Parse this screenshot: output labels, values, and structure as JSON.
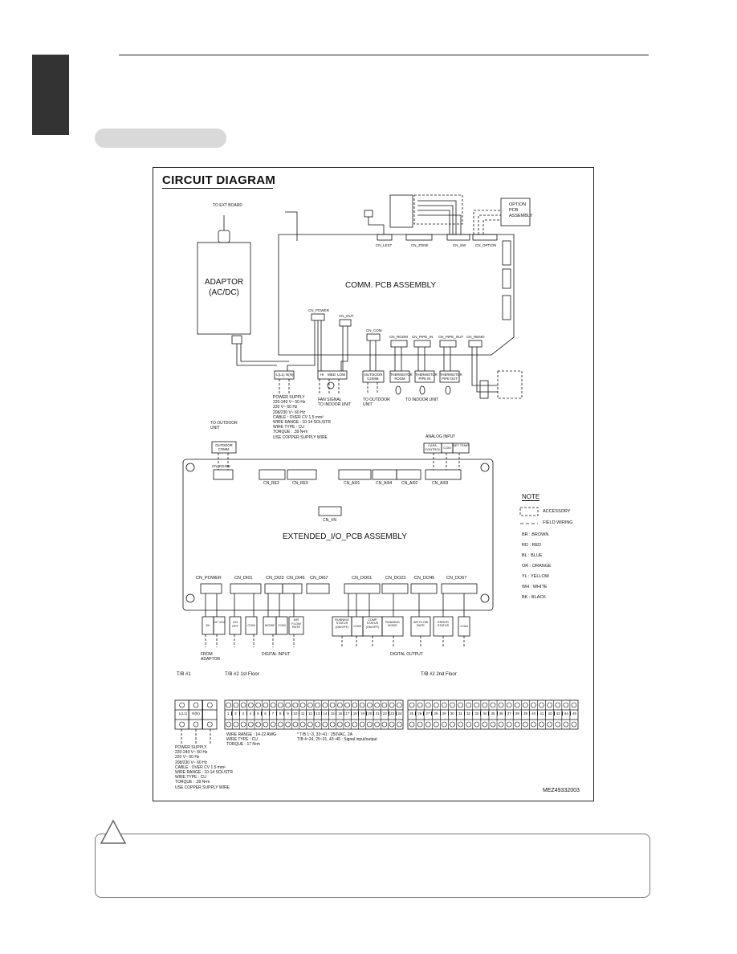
{
  "diagram": {
    "title": "CIRCUIT DIAGRAM",
    "to_ext_board": "TO EXT BOARD",
    "adaptor": "ADAPTOR",
    "adaptor_sub": "(AC/DC)",
    "comm_pcb": "COMM. PCB ASSEMBLY",
    "option_pcb": [
      "OPTION",
      "PCB",
      "ASSEMBLY"
    ],
    "connectors_top": [
      "CN_LEXT",
      "CN_ZONE",
      "CN_SW",
      "CN_OPTION"
    ],
    "connectors_mid": [
      "CN_POWER",
      "CN_OUT",
      "CN_COM",
      "CN_ROOM",
      "CN_PIPE_IN",
      "CN_PIPE_OUT",
      "CN_REMO"
    ],
    "terminal_tb1": [
      "L(L1)",
      "N(N)"
    ],
    "terminal_fan": [
      "HI",
      "MED",
      "LOW"
    ],
    "outdoor_comm": "OUTDOOR COMM.",
    "thermistors": [
      "THERMISTOR ROOM",
      "THERMISTOR PIPE IN",
      "THERMISTOR PIPE OUT"
    ],
    "power_supply_notes": [
      "POWER SUPPLY",
      "220-240 V~ 50 Hz",
      "220 V~ 60 Hz",
      "208/230 V~ 60 Hz",
      "CABLE : OVER CV 1.5 mm²",
      "WIRE RANGE : 10-14 SOL/STR",
      "WIRE TYPE : CU",
      "TORQUE : .39 N•m",
      "USE COPPER SUPPLY WIRE"
    ],
    "fan_signal": [
      "FAN SIGNAL",
      "TO INDOOR UNIT"
    ],
    "to_outdoor_unit": [
      "TO OUTDOOR",
      "UNIT"
    ],
    "to_indoor_unit": "TO INDOOR UNIT",
    "to_outdoor_unit2": [
      "TO OUTDOOR",
      "UNIT"
    ],
    "analog_input": "ANALOG INPUT",
    "analog_boxes": [
      "CAPA. CONTROL",
      "COM",
      "SET TEMP"
    ],
    "ext_connectors_top": [
      "CN_RS485",
      "CN_RE2",
      "CN_RE0",
      "CN_AI01",
      "CN_AI04",
      "CN_AI02",
      "CN_AI03"
    ],
    "cn_vn": "CN_VN",
    "ext_pcb": "EXTENDED_I/O_PCB ASSEMBLY",
    "ext_connectors_bottom": [
      "CN_POWER",
      "CN_DI01",
      "CN_DI23",
      "CN_DI45",
      "CN_DI67",
      "CN_DO01",
      "CN_DO23",
      "CN_DO45",
      "CN_DO67"
    ],
    "di_boxes": [
      "5V",
      "DC 12V",
      "ON OFF",
      "COM",
      "MODE",
      "COM",
      "AIR FLOW RATE"
    ],
    "do_boxes": [
      "RUNNING STATUS (ON/OFF)",
      "COM",
      "COMP. STATUS (ON/OFF)",
      "RUNNING MODE",
      "AIR FLOW RATE",
      "ERROR STATUS",
      "COM"
    ],
    "from_adaptor": [
      "FROM",
      "ADAPTOR"
    ],
    "digital_input": "DIGITAL INPUT",
    "digital_output": "DIGITAL OUTPUT",
    "note_title": "NOTE",
    "note_items": [
      "ACCESSORY",
      "FIELD WIRING",
      "BR : BROWN",
      "RD : RED",
      "BL : BLUE",
      "OR : ORANGE",
      "YL : YELLOW",
      "WH : WHITE",
      "BK : BLACK"
    ],
    "tb1_title": "T/B #1",
    "tb1_labels": [
      "L(L1)",
      "N(N)"
    ],
    "tb2_1f_title": "T/B #2 1st Floor",
    "tb2_2f_title": "T/B #2 2nd Floor",
    "tb2_1f_numbers": [
      "1",
      "2",
      "3",
      "4",
      "5",
      "6",
      "7",
      "8",
      "9",
      "10",
      "11",
      "12",
      "13",
      "14",
      "15",
      "16",
      "17",
      "18",
      "19",
      "20",
      "21",
      "22",
      "23",
      "24"
    ],
    "tb2_2f_numbers": [
      "25",
      "26",
      "27",
      "28",
      "29",
      "30",
      "31",
      "32",
      "33",
      "34",
      "35",
      "36",
      "37",
      "38",
      "39",
      "40",
      "41",
      "42",
      "43",
      "44",
      "45"
    ],
    "tb_wire_notes": [
      "WIRE RANGE : 14-22 AWG",
      "WIRE TYPE : CU",
      "TORQUE : 17 N•m"
    ],
    "tb_signal_notes": [
      "* T/B 1~3, 33~41 : 250VAC, 2A",
      "T/B 4~24, 25~31, 43~45 : Signal input/output"
    ],
    "tb1_power_notes": [
      "POWER SUPPLY",
      "220-240 V~ 50 Hz",
      "220 V~ 60 Hz",
      "208/230 V~ 60 Hz",
      "CABLE : OVER CV 1.5 mm²",
      "WIRE RANGE : 10-14 SOL/STR",
      "WIRE TYPE : CU",
      "TORQUE : .39 N•m",
      "USE COPPER SUPPLY WIRE"
    ],
    "code": "MEZ49332003"
  },
  "colors": {
    "tab": "#333333",
    "pill": "#d9d9d9",
    "line": "#111111"
  }
}
